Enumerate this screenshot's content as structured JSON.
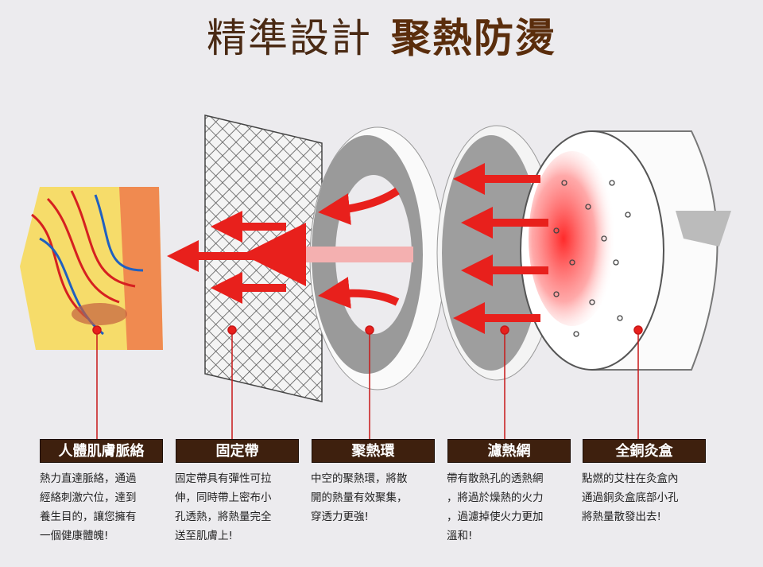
{
  "title": {
    "part1": "精準設計",
    "part2": "聚熱防燙"
  },
  "components": [
    {
      "label": "人體肌膚脈絡",
      "lines": [
        "熱力直達脈絡，通過",
        "經絡刺激穴位，達到",
        "養生目的，讓您擁有",
        "一個健康體魄!"
      ]
    },
    {
      "label": "固定帶",
      "lines": [
        "固定帶具有彈性可拉",
        "伸，同時帶上密布小",
        "孔透熱，將熱量完全",
        "送至肌膚上!"
      ]
    },
    {
      "label": "聚熱環",
      "lines": [
        "中空的聚熱環，將散",
        "開的熱量有效聚集，",
        "穿透力更強!"
      ]
    },
    {
      "label": "濾熱網",
      "lines": [
        "帶有散熱孔的透熱網",
        "，將過於燥熱的火力",
        "，過濾掉使火力更加",
        "溫和!"
      ]
    },
    {
      "label": "全銅灸盒",
      "lines": [
        "點燃的艾柱在灸盒內",
        "通過銅灸盒底部小孔",
        "將熱量散發出去!"
      ]
    }
  ],
  "colors": {
    "label_bg": "#3e200e",
    "accent_red": "#e02020",
    "background": "#ecebee"
  }
}
